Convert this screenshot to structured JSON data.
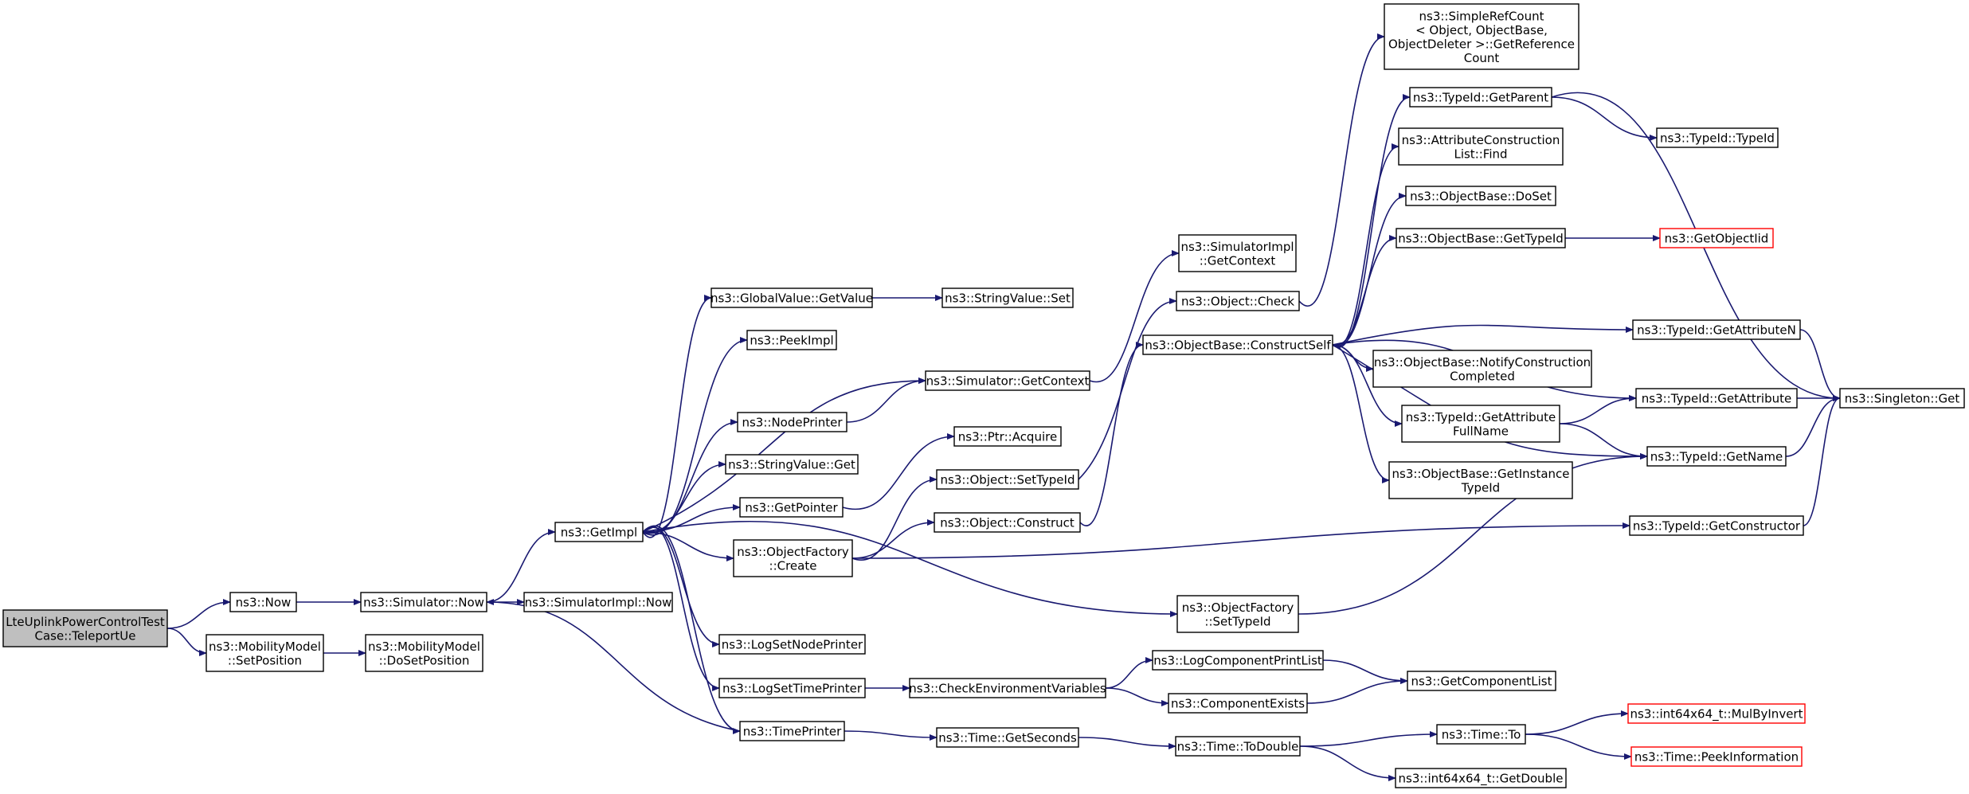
{
  "colors": {
    "edge": "#191970",
    "root_fill": "#bfbfbf",
    "truncated_border": "#ff0000"
  },
  "nodes": {
    "teleport": {
      "lines": [
        "LteUplinkPowerControlTest",
        "Case::TeleportUe"
      ],
      "root": true
    },
    "now": {
      "lines": [
        "ns3::Now"
      ]
    },
    "mm_setpos": {
      "lines": [
        "ns3::MobilityModel",
        "::SetPosition"
      ]
    },
    "sim_now": {
      "lines": [
        "ns3::Simulator::Now"
      ]
    },
    "mm_dosetpos": {
      "lines": [
        "ns3::MobilityModel",
        "::DoSetPosition"
      ]
    },
    "simimpl_now": {
      "lines": [
        "ns3::SimulatorImpl::Now"
      ]
    },
    "getimpl": {
      "lines": [
        "ns3::GetImpl"
      ]
    },
    "gv_getvalue": {
      "lines": [
        "ns3::GlobalValue::GetValue"
      ]
    },
    "peekimpl": {
      "lines": [
        "ns3::PeekImpl"
      ]
    },
    "nodeprinter": {
      "lines": [
        "ns3::NodePrinter"
      ]
    },
    "stringvalue_get": {
      "lines": [
        "ns3::StringValue::Get"
      ]
    },
    "getpointer": {
      "lines": [
        "ns3::GetPointer"
      ]
    },
    "of_create": {
      "lines": [
        "ns3::ObjectFactory",
        "::Create"
      ]
    },
    "logsetnodeprinter": {
      "lines": [
        "ns3::LogSetNodePrinter"
      ]
    },
    "logsettimeprinter": {
      "lines": [
        "ns3::LogSetTimePrinter"
      ]
    },
    "timeprinter": {
      "lines": [
        "ns3::TimePrinter"
      ]
    },
    "stringvalue_set": {
      "lines": [
        "ns3::StringValue::Set"
      ]
    },
    "sim_getcontext": {
      "lines": [
        "ns3::Simulator::GetContext"
      ]
    },
    "ptr_acquire": {
      "lines": [
        "ns3::Ptr::Acquire"
      ]
    },
    "obj_settypeid": {
      "lines": [
        "ns3::Object::SetTypeId"
      ]
    },
    "obj_construct": {
      "lines": [
        "ns3::Object::Construct"
      ]
    },
    "checkenv": {
      "lines": [
        "ns3::CheckEnvironmentVariables"
      ]
    },
    "time_getseconds": {
      "lines": [
        "ns3::Time::GetSeconds"
      ]
    },
    "simimpl_getcontext": {
      "lines": [
        "ns3::SimulatorImpl",
        "::GetContext"
      ]
    },
    "obj_check": {
      "lines": [
        "ns3::Object::Check"
      ]
    },
    "ob_constructself": {
      "lines": [
        "ns3::ObjectBase::ConstructSelf"
      ]
    },
    "of_settypeid": {
      "lines": [
        "ns3::ObjectFactory",
        "::SetTypeId"
      ]
    },
    "logcomponentprintlist": {
      "lines": [
        "ns3::LogComponentPrintList"
      ]
    },
    "componentexists": {
      "lines": [
        "ns3::ComponentExists"
      ]
    },
    "time_todouble": {
      "lines": [
        "ns3::Time::ToDouble"
      ]
    },
    "simplerefcount": {
      "lines": [
        "ns3::SimpleRefCount",
        "< Object, ObjectBase,",
        "ObjectDeleter >::GetReference",
        "Count"
      ]
    },
    "typeid_getparent": {
      "lines": [
        "ns3::TypeId::GetParent"
      ]
    },
    "acl_find": {
      "lines": [
        "ns3::AttributeConstruction",
        "List::Find"
      ]
    },
    "ob_doset": {
      "lines": [
        "ns3::ObjectBase::DoSet"
      ]
    },
    "ob_gettypeid": {
      "lines": [
        "ns3::ObjectBase::GetTypeId"
      ]
    },
    "ob_notifyconstruction": {
      "lines": [
        "ns3::ObjectBase::NotifyConstruction",
        "Completed"
      ]
    },
    "typeid_getattrfullname": {
      "lines": [
        "ns3::TypeId::GetAttribute",
        "FullName"
      ]
    },
    "ob_getinstancetypeid": {
      "lines": [
        "ns3::ObjectBase::GetInstance",
        "TypeId"
      ]
    },
    "getcomponentlist": {
      "lines": [
        "ns3::GetComponentList"
      ]
    },
    "time_to": {
      "lines": [
        "ns3::Time::To"
      ]
    },
    "int64_getdouble": {
      "lines": [
        "ns3::int64x64_t::GetDouble"
      ]
    },
    "typeid_typeid": {
      "lines": [
        "ns3::TypeId::TypeId"
      ]
    },
    "getobjectiid": {
      "lines": [
        "ns3::GetObjectIid"
      ],
      "truncated": true
    },
    "typeid_getattrn": {
      "lines": [
        "ns3::TypeId::GetAttributeN"
      ]
    },
    "typeid_getattr": {
      "lines": [
        "ns3::TypeId::GetAttribute"
      ]
    },
    "typeid_getname": {
      "lines": [
        "ns3::TypeId::GetName"
      ]
    },
    "typeid_getconstructor": {
      "lines": [
        "ns3::TypeId::GetConstructor"
      ]
    },
    "int64_mulbyinvert": {
      "lines": [
        "ns3::int64x64_t::MulByInvert"
      ],
      "truncated": true
    },
    "time_peekinfo": {
      "lines": [
        "ns3::Time::PeekInformation"
      ],
      "truncated": true
    },
    "singleton_get": {
      "lines": [
        "ns3::Singleton::Get"
      ]
    }
  }
}
